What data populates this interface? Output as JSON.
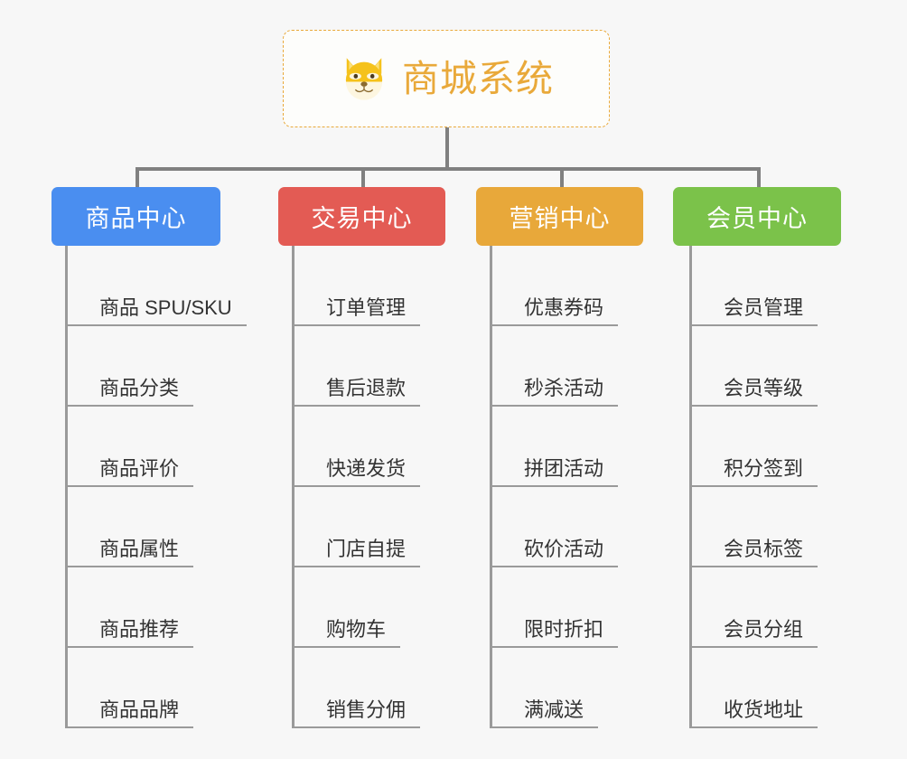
{
  "root": {
    "title": "商城系统",
    "icon": "shiba-dog-face-icon",
    "accent_color": "#e9a93a",
    "border_style": "dashed"
  },
  "colors": {
    "background": "#f7f7f7",
    "connector": "#808080",
    "rule": "#9a9a9a",
    "item_text": "#333333",
    "header_text": "#ffffff"
  },
  "columns": [
    {
      "header": "商品中心",
      "color": "#4a8ef0",
      "items": [
        "商品 SPU/SKU",
        "商品分类",
        "商品评价",
        "商品属性",
        "商品推荐",
        "商品品牌"
      ]
    },
    {
      "header": "交易中心",
      "color": "#e35b54",
      "items": [
        "订单管理",
        "售后退款",
        "快递发货",
        "门店自提",
        "购物车",
        "销售分佣"
      ]
    },
    {
      "header": "营销中心",
      "color": "#e8a83a",
      "items": [
        "优惠券码",
        "秒杀活动",
        "拼团活动",
        "砍价活动",
        "限时折扣",
        "满减送"
      ]
    },
    {
      "header": "会员中心",
      "color": "#7bc council",
      "items": [
        "会员管理",
        "会员等级",
        "积分签到",
        "会员标签",
        "会员分组",
        "收货地址"
      ]
    }
  ]
}
